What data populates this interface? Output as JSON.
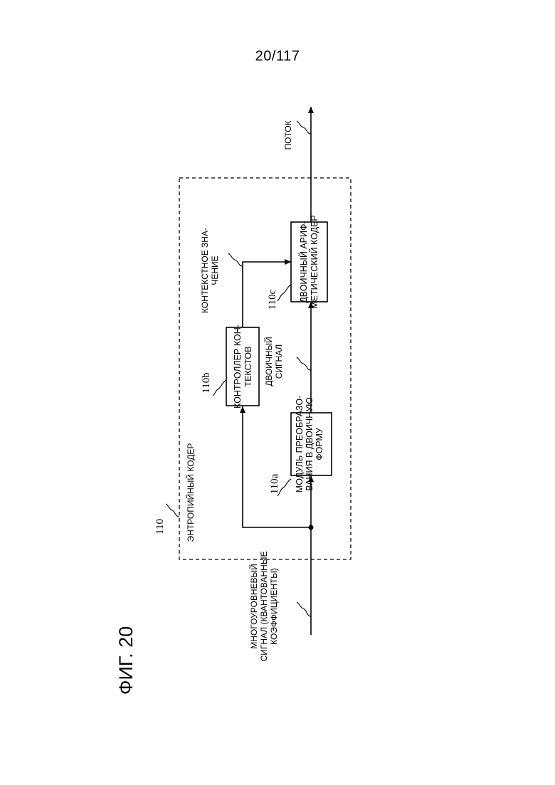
{
  "page_number": "20/117",
  "figure_label": "ФИГ. 20",
  "encoder": {
    "ref": "110",
    "label": "ЭНТРОПИЙНЫЙ КОДЕР"
  },
  "input": {
    "lines": [
      "МНОГОУРОВНЕВЫЙ",
      "СИГНАЛ (КВАНТОВАННЫЕ",
      "КОЭФФИЦИЕНТЫ)"
    ]
  },
  "binarizer": {
    "ref": "110a",
    "lines": [
      "МОДУЛЬ ПРЕОБРАЗО-",
      "ВАНИЯ В ДВОИЧНУЮ",
      "ФОРМУ"
    ]
  },
  "context_controller": {
    "ref": "110b",
    "lines": [
      "КОНТРОЛЛЕР КОН-",
      "ТЕКСТОВ"
    ]
  },
  "arith_coder": {
    "ref": "110c",
    "lines": [
      "ДВОИЧНЫЙ АРИФ-",
      "МЕТИЧЕСКИЙ КОДЕР"
    ]
  },
  "binary_signal": {
    "lines": [
      "ДВОИЧНЫЙ",
      "СИГНАЛ"
    ]
  },
  "context_value": {
    "lines": [
      "КОНТЕКСТНОЕ ЗНА-",
      "ЧЕНИЕ"
    ]
  },
  "output": {
    "label": "ПОТОК"
  }
}
